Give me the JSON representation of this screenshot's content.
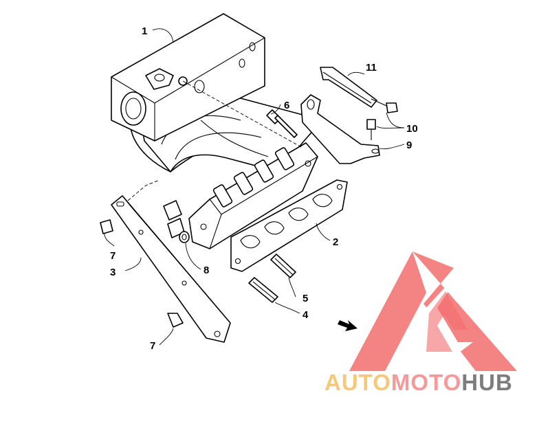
{
  "callouts": {
    "c1": "1",
    "c2": "2",
    "c3": "3",
    "c4": "4",
    "c5": "5",
    "c6": "6",
    "c7a": "7",
    "c7b": "7",
    "c8": "8",
    "c9": "9",
    "c10": "10",
    "c11": "11"
  },
  "watermark": {
    "part1": "AUTO",
    "part2": "MOTO",
    "part3": "HUB",
    "colors": {
      "auto": "#f5c87a",
      "moto": "#f59a9a",
      "hub": "#7d7d7d",
      "logo": "#f26d6d"
    }
  },
  "icons": {
    "arrow": "direction-arrow-icon",
    "logo": "triangle-logo-icon"
  }
}
